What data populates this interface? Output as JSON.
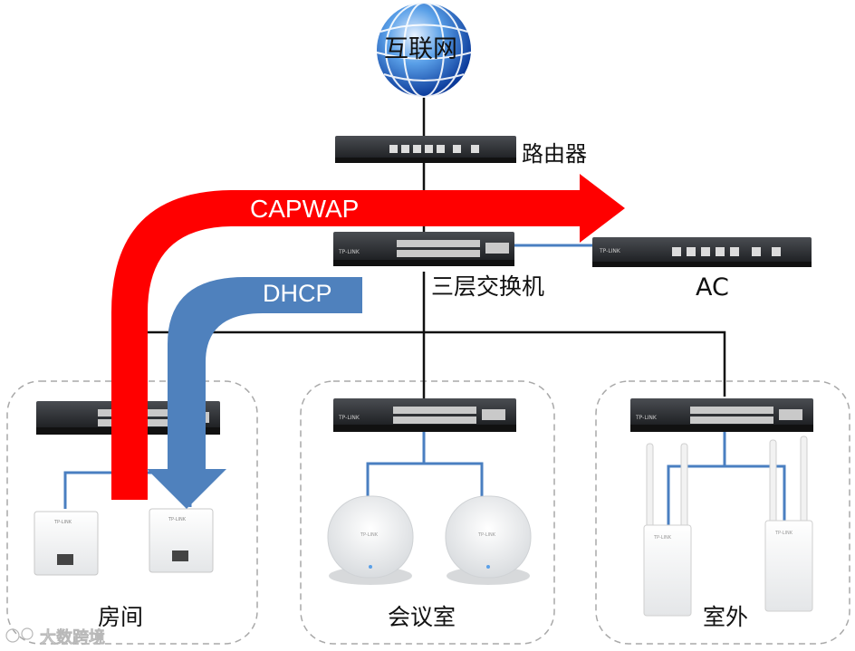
{
  "nodes": {
    "internet": "互联网",
    "router": "路由器",
    "l3_switch": "三层交换机",
    "ac": "AC"
  },
  "flows": {
    "capwap": "CAPWAP",
    "dhcp": "DHCP"
  },
  "zones": {
    "room": "房间",
    "meeting_room": "会议室",
    "outdoor": "室外"
  },
  "device_branding": {
    "brand": "TP-LINK"
  },
  "watermark": "大数跨境",
  "colors": {
    "capwap_arrow": "#ff0000",
    "dhcp_arrow": "#4f81bd",
    "link_black": "#111111",
    "link_blue": "#4a7fc1"
  }
}
